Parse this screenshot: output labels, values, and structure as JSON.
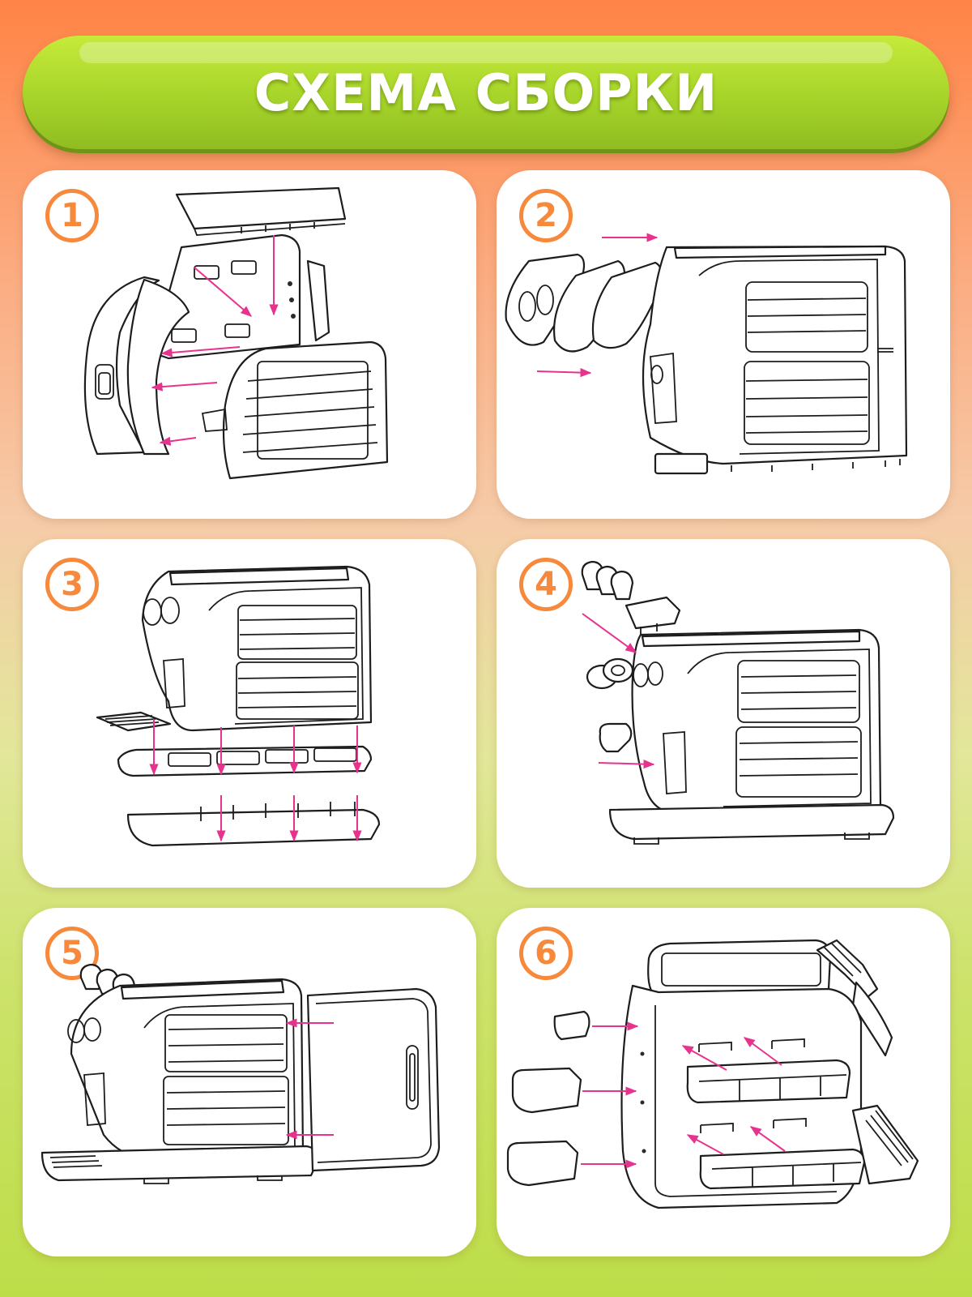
{
  "title": "СХЕМА СБОРКИ",
  "colors": {
    "accent_orange": "#f6893b",
    "banner_green": "#a7d42a",
    "arrow_pink": "#e8338e",
    "line_art": "#1d1d1d"
  },
  "steps": [
    {
      "number": "1"
    },
    {
      "number": "2"
    },
    {
      "number": "3"
    },
    {
      "number": "4"
    },
    {
      "number": "5"
    },
    {
      "number": "6"
    }
  ]
}
